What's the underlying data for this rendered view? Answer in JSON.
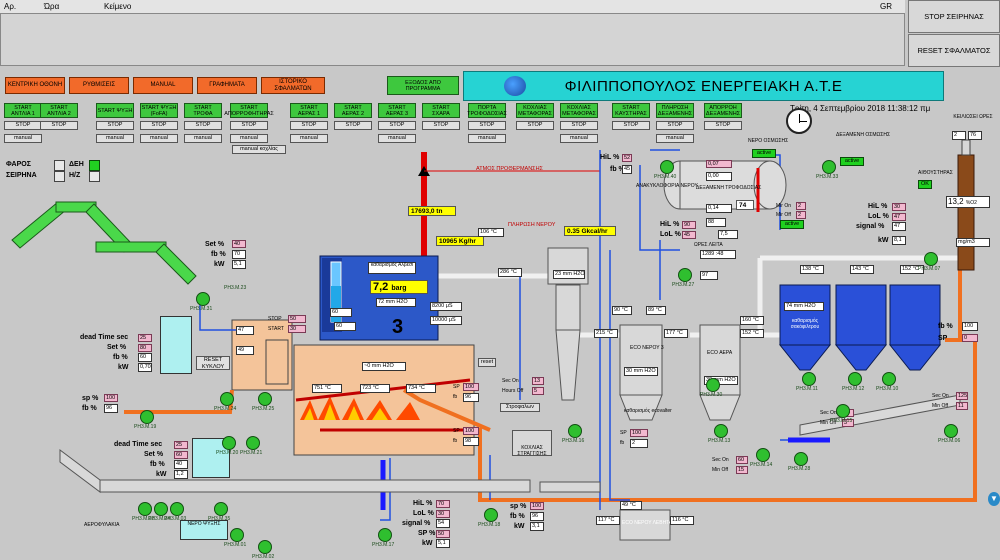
{
  "alarm": {
    "col_ar": "Αρ.",
    "col_time": "Ώρα",
    "col_text": "Κείμενο",
    "col_gr": "GR"
  },
  "side": {
    "stop_siren": "STOP ΣΕΙΡΗΝΑΣ",
    "reset_faults": "RESET ΣΦΑΛΜΑΤΟΣ"
  },
  "nav": [
    "ΚΕΝΤΡΙΚΗ ΟΘΟΝΗ",
    "ΡΥΘΜΙΣΕΙΣ",
    "MANUAL",
    "ΓΡΑΦΗΜΑΤΑ",
    "ΙΣΤΟΡΙΚΟ ΣΦΑΛΜΑΤΩΝ"
  ],
  "exit_btn": "ΕΞΟΔΟΣ ΑΠΟ ΠΡΟΓΡΑΜΜΑ",
  "title": "ΦΙΛΙΠΠΟΠΟΥΛΟΣ ΕΝΕΡΓΕΙΑΚΗ Α.Τ.Ε",
  "datetime": "Τρίτη, 4 Σεπτεμβρίου 2018 11:38:12 πμ",
  "motors": [
    {
      "name": "START ΑΝΤΛΙΑ 1",
      "state": "STOP",
      "mode": "manual"
    },
    {
      "name": "START ΑΝΤΛΙΑ 2",
      "state": "STOP",
      "mode": ""
    },
    {
      "name": "START ΨΥΞΗ",
      "state": "STOP",
      "mode": "manual"
    },
    {
      "name": "START ΨΥΞΗ (FoFA)",
      "state": "STOP",
      "mode": "manual"
    },
    {
      "name": "START ΤΡΟΦΑ",
      "state": "STOP",
      "mode": "manual"
    },
    {
      "name": "START ΑΠΟΡΡΟΦΗΤΗΡΑΣ",
      "state": "STOP",
      "mode": "manual"
    },
    {
      "name": "START ΑΕΡΑΣ 1",
      "state": "STOP",
      "mode": "manual"
    },
    {
      "name": "START ΑΕΡΑΣ 2",
      "state": "STOP",
      "mode": ""
    },
    {
      "name": "START ΑΕΡΑΣ 3",
      "state": "STOP",
      "mode": "manual"
    },
    {
      "name": "START ΣΧΑΡΑ",
      "state": "STOP",
      "mode": ""
    },
    {
      "name": "ΠΟΡΤΑ ΤΡΟΦΟΔΟΣΙΑΣ",
      "state": "STOP",
      "mode": "manual"
    },
    {
      "name": "ΚΟΧΛΙΑΣ ΜΕΤΑΦΟΡΑΣ",
      "state": "STOP",
      "mode": ""
    },
    {
      "name": "ΚΟΧΛΙΑΣ ΜΕΤΑΦΟΡΑΣ",
      "state": "STOP",
      "mode": "manual"
    },
    {
      "name": "START ΚΑΥΣΤΗΡΑΣ",
      "state": "STOP",
      "mode": ""
    },
    {
      "name": "ΠΛΗΡΩΣΗ ΔΕΞΑΜΕΝΗΣ",
      "state": "STOP",
      "mode": "manual"
    },
    {
      "name": "ΑΠΟΡΡΟΗ ΔΕΞΑΜΕΝΗΣ",
      "state": "STOP",
      "mode": ""
    }
  ],
  "manual_boiler": "manual κοχλίας",
  "status": {
    "faros": "ΦΑΡΟΣ",
    "seirina": "ΣΕΙΡΗΝΑ",
    "dei": "ΔΕΗ",
    "hz": "Η/Ζ"
  },
  "steam": {
    "flow": "17693,0 tn",
    "atm": "ΑΤΜΟΣ ΠΡΟΘΕΡΜΑΝΣΗΣ",
    "kgh": "10965 Kg/hr",
    "fill": "ΠΛΗΡΩΣΗ ΝΕΡΟΥ",
    "gcal": "0.35 Gkcal/hr",
    "temp": "106 °C"
  },
  "boiler": {
    "label": "καθαρισμός Αλβεσι",
    "pressure": "7,2",
    "unit": "barg",
    "mmh2o": "72 mm H2O",
    "pct": "60",
    "sp": "60",
    "num": "3",
    "us1": "8200 μS",
    "us2": "10000 μS",
    "t286": "286 °C"
  },
  "furnace": {
    "mm": "~0 mm H2O",
    "t1": "751 °C",
    "t2": "723 °C",
    "t3": "734 °C",
    "sp": "100",
    "fb": "96",
    "sp2": "100",
    "fb2": "98",
    "reset": "reset"
  },
  "feeder": {
    "set": "40",
    "fb": "70",
    "kw": "5,1",
    "name": "PH3.M.23",
    "stop": "STOP",
    "start": "START",
    "stop_v": "50",
    "start_v": "30",
    "v47": "47",
    "v49": "49"
  },
  "dt1": {
    "label": "dead Time sec",
    "dt": "25",
    "set": "80",
    "fb": "60",
    "kw": "0,70",
    "reset": "RESET ΚΥΚΛΟΥ"
  },
  "dt2": {
    "label": "dead Time sec",
    "dt": "25",
    "set": "60",
    "fb": "40",
    "kw": "1,2"
  },
  "spfb": {
    "sp": "100",
    "fb": "96"
  },
  "bottom": {
    "hil": "70",
    "lol": "30",
    "signal": "54",
    "sp": "50",
    "kw": "5,1",
    "sp2": "100",
    "fb2": "96",
    "kw2": "3,1",
    "ash": "ΑΕΡΟΦΥΛΑΚΙΑ",
    "cool": "ΝΕΡΟ ΨΥΞΗΣ"
  },
  "cyclone": {
    "mm": "23 mm H2O",
    "sec": "13",
    "hours": "5",
    "stop": "Στροφαλων",
    "hdr": "ΚΟΧΛΙΑΣ ΣΤΡΑΓΓΙΣΗΣ"
  },
  "deaerator": {
    "hil": "52",
    "lol": "",
    "fb": "45",
    "sp": "0,07",
    "bar": "0,00",
    "bar2": "0,14",
    "lvl": "74",
    "temp": "88",
    "hil2": "90",
    "lol2": "45",
    "kv": "7,5",
    "label": "ΔΕΞΑΜΕΝΗ ΤΡΟΦΟΔΟΣΙΑΣ",
    "active": "active",
    "mir_on": "2",
    "mir_off": "2",
    "kv_label": "ΑΝΑΚΥΚΛΟΦΟΡΙΑ ΝΕΡΟΥ",
    "hours_label": "ΩΡΕΣ ΛΕΙΤΑ",
    "hours": "1289 :48",
    "kv2": "97"
  },
  "eco": {
    "eco1": "ECO ΝΕΡΟΥ 3",
    "eco2": "ECO ΑΕΡΑ",
    "mm": "30 mm H2O",
    "mm2": "30 mm H2O",
    "t215": "215 °C",
    "t177": "177 °C",
    "t152": "152 °C",
    "t89": "89 °C",
    "t90": "90 °C",
    "clean": "καθαρισμός ecovalter",
    "eco3": "ECO ΝΕΡΟΥ ΛΕΒΗΤΑΣ 2",
    "t117": "117 °C",
    "t49": "49 °C",
    "t116": "116 °C",
    "sp": "100",
    "fb": "100",
    "sp2": "100",
    "fb2": "2"
  },
  "filter": {
    "t138": "138 °C",
    "t143": "143 °C",
    "t152": "152 °C",
    "t160": "160 °C",
    "mm": "74 mm H2O",
    "mm2": "27 mm H2O",
    "clean": "καθαρισμός σακόφιλτρου",
    "sec_on": "60",
    "min_off": "3",
    "sec_on2": "60",
    "min_off2": "15",
    "sec_on3": "125",
    "min_off3": "11"
  },
  "stack": {
    "hours_label": "ΚΕΙΛΙΩΣΕΙ ΩΡΕΣ",
    "val1": "2",
    "val2": "76",
    "name": "ΑΙΘΟΥΣΤΗΡΑΣ",
    "ok": "ΟΚ",
    "val": "13,2",
    "unit": "%O2",
    "hil": "30",
    "lol": "47",
    "sig": "47",
    "kw": "8,1",
    "mg": "mg/m3",
    "act": "active",
    "nero": "ΝΕΡΟ ΟΣΜΩΣΗΣ",
    "deksameni": "ΔΕΞΑΜΕΝΗ ΟΣΜΩΣΗΣ",
    "v100": "100",
    "v0": "0"
  },
  "tags": [
    "PH3.M.31",
    "PH3.M.24",
    "PH3.M.25",
    "PH3.M.19",
    "PH3.M.21",
    "PH3.M.20",
    "PH3.M.03",
    "PH3.M.02",
    "PH3.M.34",
    "PH3.M.35",
    "PH3.M.01",
    "PH3.M.02",
    "PH3.M.17",
    "PH3.M.18",
    "PH3.M.16",
    "PH3.M.14",
    "PH3.M.13",
    "PH3.M.15",
    "PH3.M.28",
    "PH3.M.11",
    "PH3.M.12",
    "PH3.M.10",
    "PH3.M.30",
    "PH3.M.06",
    "PH3.M.07",
    "PH3.M.27",
    "PH3.M.33",
    "PH3.M.40"
  ],
  "colors": {
    "bg": "#c8c8c8",
    "boiler": "#2c58c8",
    "furnace": "#f4c49a",
    "pipe_red": "#e00000",
    "pipe_orange": "#f07020",
    "pipe_blue": "#2050e0",
    "pink": "#f2b8cf"
  }
}
